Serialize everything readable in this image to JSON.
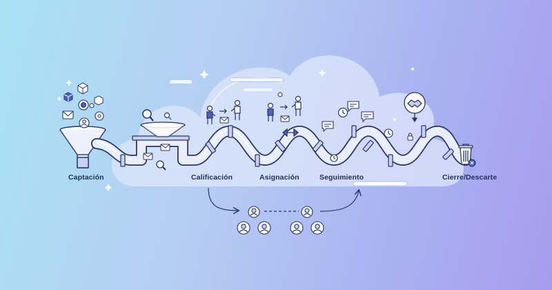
{
  "stages": [
    {
      "label": "Captación"
    },
    {
      "label": "Calificación"
    },
    {
      "label": "Asignación"
    },
    {
      "label": "Seguimiento"
    },
    {
      "label": "Cierre/Descarte"
    }
  ],
  "icons": [
    "funnel-icon",
    "mail-icon",
    "cube-icon",
    "target-icon",
    "user-icon",
    "magnifier-icon",
    "person-icon",
    "arrow-right-icon",
    "swap-arrows-icon",
    "chat-bubble-icon",
    "clock-icon",
    "handshake-icon",
    "trash-icon",
    "close-icon",
    "avatar-icon"
  ],
  "colors": {
    "outline": "#26356b",
    "pipe_fill": "#e9ecfb",
    "accent": "#4a62c8",
    "cloud": "#dfe7fb"
  }
}
